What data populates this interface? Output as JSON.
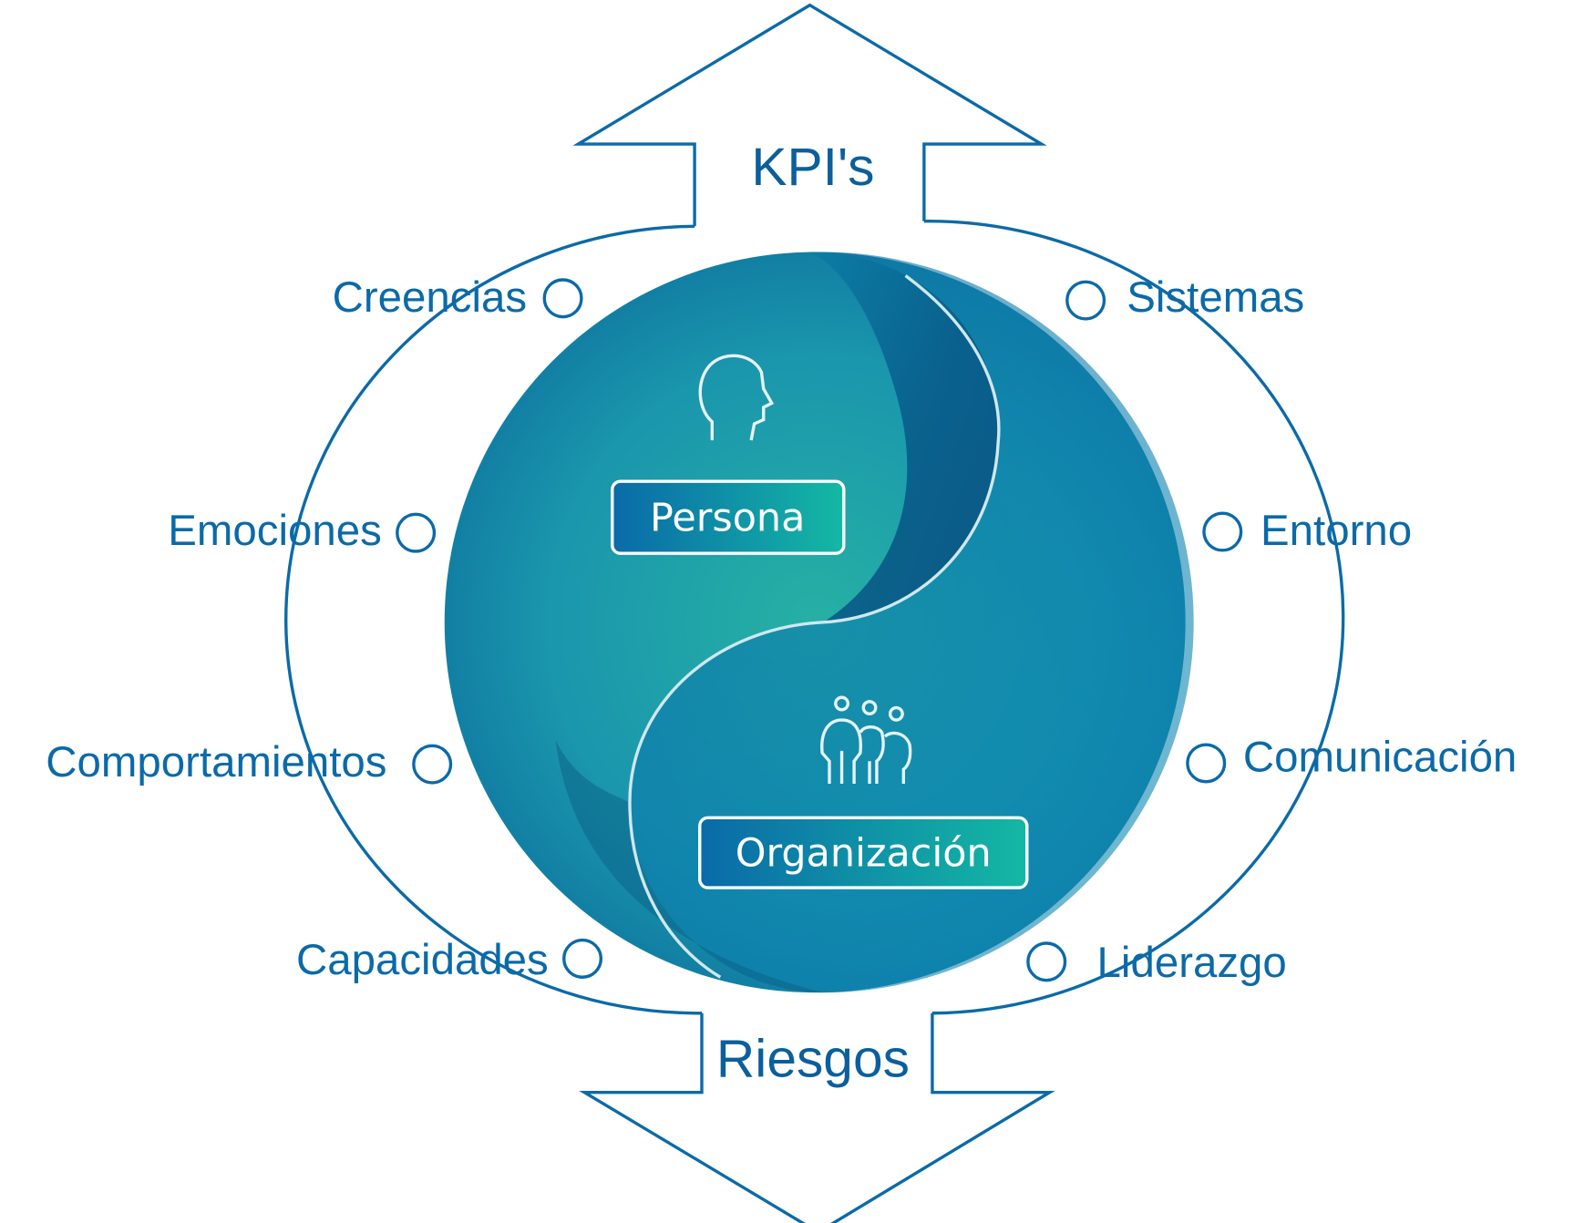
{
  "title_top": "KPI's",
  "title_bottom": "Riesgos",
  "center": {
    "persona": "Persona",
    "organizacion": "Organización"
  },
  "left_items": [
    "Creencias",
    "Emociones",
    "Comportamientos",
    "Capacidades"
  ],
  "right_items": [
    "Sistemas",
    "Entorno",
    "Comunicación",
    "Liderazgo"
  ],
  "colors": {
    "line": "#0b6aa8",
    "dark": "#075a8c",
    "teal": "#20a8a5"
  }
}
